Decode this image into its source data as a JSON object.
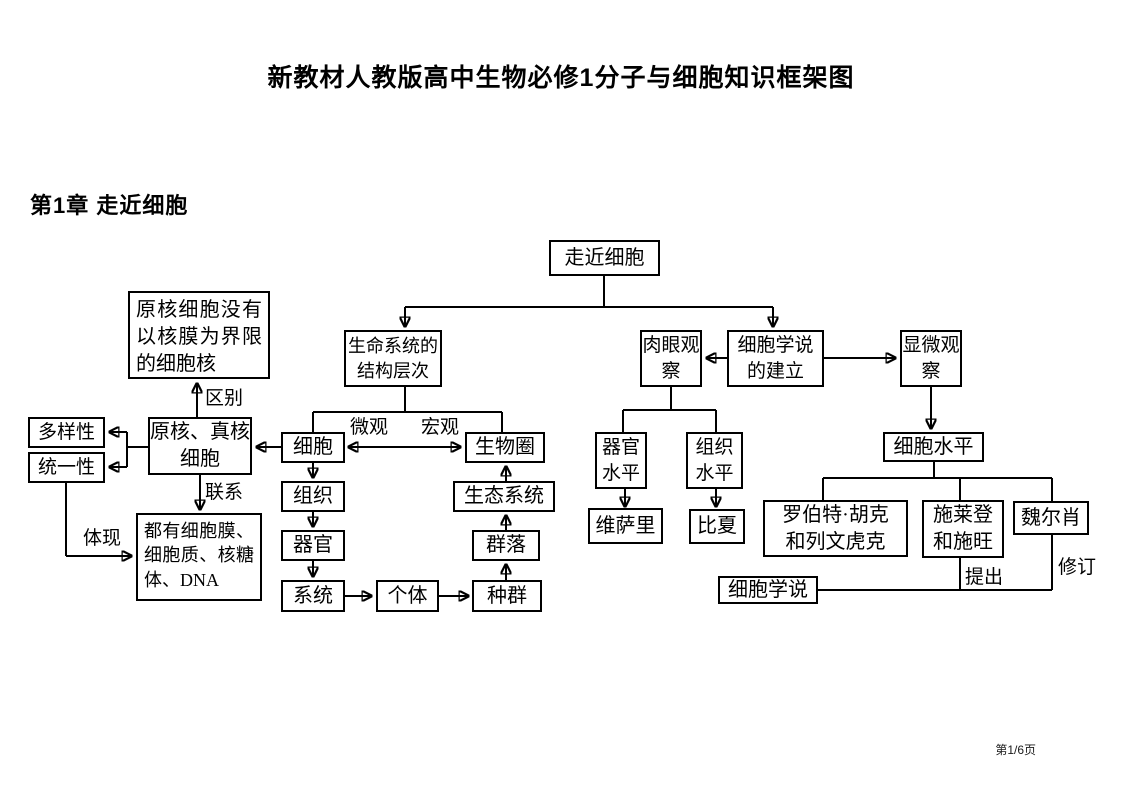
{
  "page": {
    "title": "新教材人教版高中生物必修1分子与细胞知识框架图",
    "chapter_heading": "第1章 走近细胞",
    "page_number": "第1/6页"
  },
  "diagram": {
    "nodes": {
      "approaching_cells": "走近细胞",
      "prokaryote_no_nucleus": "原核细胞没有以核膜为界限的细胞核",
      "life_system_levels": "生命系统的结构层次",
      "naked_eye_observation": "肉眼观察",
      "cell_theory_establishment": "细胞学说的建立",
      "microscopic_observation": "显微观察",
      "diversity": "多样性",
      "unity": "统一性",
      "prokaryotic_eukaryotic": "原核、真核细胞",
      "cell": "细胞",
      "biosphere": "生物圈",
      "tissue": "组织",
      "ecosystem": "生态系统",
      "organ": "器官",
      "community": "群落",
      "system": "系统",
      "individual": "个体",
      "population": "种群",
      "common_structures": "都有细胞膜、细胞质、核糖体、DNA",
      "organ_level": "器官水平",
      "tissue_level": "组织水平",
      "vesalius": "维萨里",
      "bichat": "比夏",
      "cell_level": "细胞水平",
      "hooke_leeuwenhoek": "罗伯特·胡克和列文虎克",
      "schleiden_schwann": "施莱登和施旺",
      "virchow": "魏尔肖",
      "cell_theory": "细胞学说"
    },
    "edge_labels": {
      "distinction": "区别",
      "connection": "联系",
      "reflect": "体现",
      "micro": "微观",
      "macro": "宏观",
      "proposed": "提出",
      "revised": "修订"
    },
    "colors": {
      "background": "#ffffff",
      "line": "#000000",
      "box_border": "#000000",
      "box_fill": "#ffffff",
      "text": "#000000"
    }
  }
}
